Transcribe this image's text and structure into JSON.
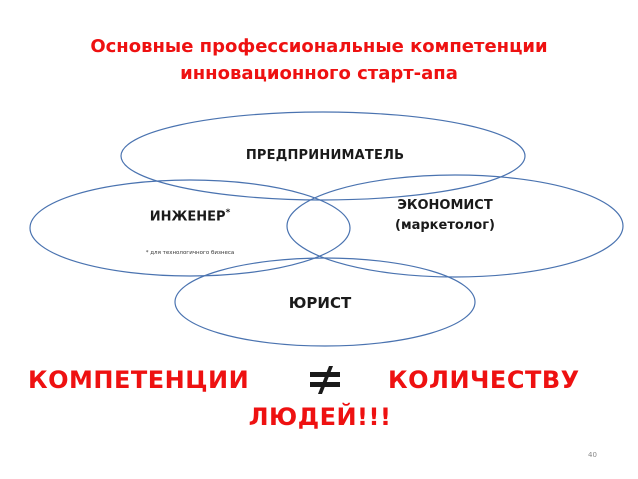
{
  "slide": {
    "title_line1": "Основные профессиональные компетенции",
    "title_line2": "инновационного старт-апа",
    "page_number": "40"
  },
  "diagram": {
    "entrepreneur": "ПРЕДПРИНИМАТЕЛЬ",
    "engineer": "ИНЖЕНЕР",
    "engineer_mark": "*",
    "engineer_note": "* для технологичного бизнеса",
    "economist_line1": "ЭКОНОМИСТ",
    "economist_line2": "(маркетолог)",
    "lawyer": "ЮРИСТ"
  },
  "statement": {
    "left": "КОМПЕТЕНЦИИ",
    "right": "КОЛИЧЕСТВУ",
    "bottom": "ЛЮДЕЙ!!!"
  },
  "colors": {
    "title": "#ee1111",
    "ellipse_stroke": "#4a73b0",
    "text": "#1a1a1a"
  },
  "icons": {
    "not_equal": "not-equal-icon"
  }
}
